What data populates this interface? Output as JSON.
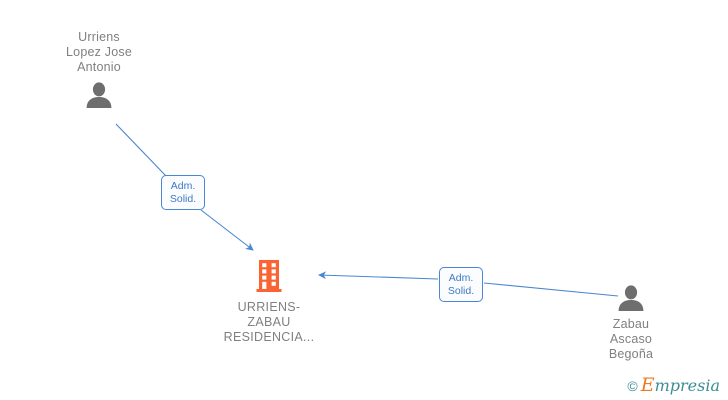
{
  "diagram": {
    "type": "org-relationship-graph",
    "background": "#ffffff",
    "company": {
      "name": "URRIENS-\nZABAU\nRESIDENCIA...",
      "icon": "building-icon",
      "icon_color": "#FA6432",
      "text_color": "#808080"
    },
    "people": [
      {
        "id": "person-left",
        "name": "Urriens\nLopez Jose\nAntonio",
        "icon": "person-icon",
        "icon_color": "#6E6E6E",
        "text_color": "#808080",
        "label_position": "above"
      },
      {
        "id": "person-right",
        "name": "Zabau\nAscaso\nBegoña",
        "icon": "person-icon",
        "icon_color": "#6E6E6E",
        "text_color": "#808080",
        "label_position": "below"
      }
    ],
    "edges": [
      {
        "id": "edge-left",
        "from": "person-left",
        "to": "company",
        "role": "Adm.\nSolid.",
        "color": "#4A86D4",
        "arrow": "down-right"
      },
      {
        "id": "edge-right",
        "from": "person-right",
        "to": "company",
        "role": "Adm.\nSolid.",
        "color": "#4A86D4",
        "arrow": "left"
      }
    ]
  },
  "watermark": {
    "copyright_symbol": "©",
    "brand_initial": "E",
    "brand_rest": "mpresia",
    "teal": "#3C8C96",
    "orange": "#EE7B22"
  }
}
